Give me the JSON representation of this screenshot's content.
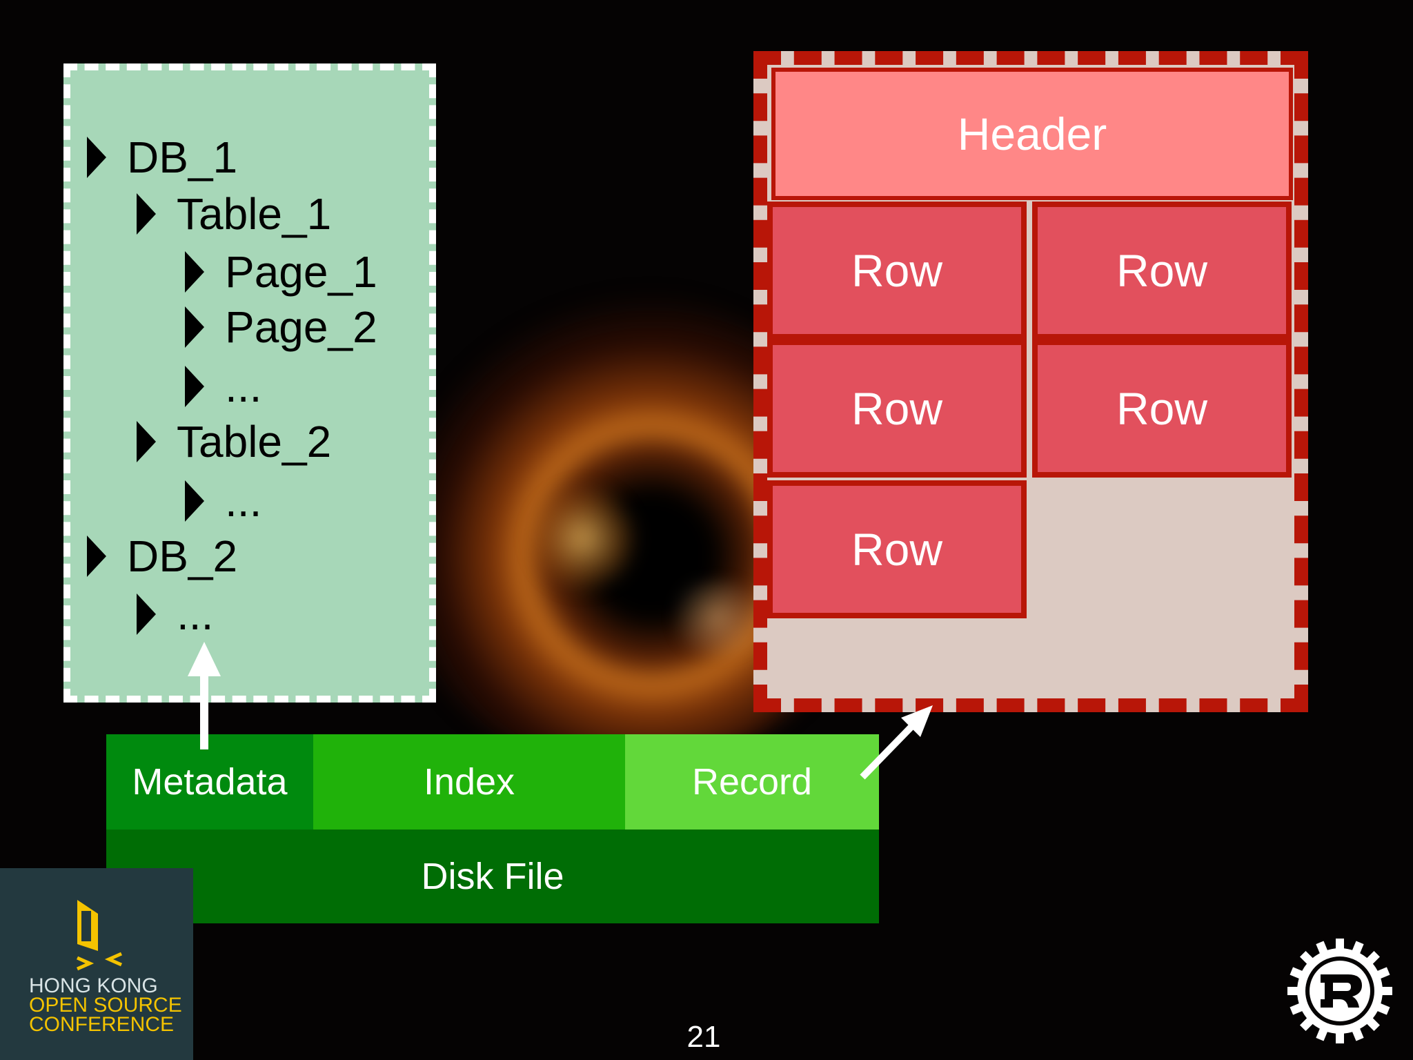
{
  "tree": {
    "items": [
      {
        "label": "DB_1",
        "level": 0
      },
      {
        "label": "Table_1",
        "level": 1
      },
      {
        "label": "Page_1",
        "level": 2
      },
      {
        "label": "Page_2",
        "level": 2
      },
      {
        "label": "...",
        "level": 2
      },
      {
        "label": "Table_2",
        "level": 1
      },
      {
        "label": "...",
        "level": 2
      },
      {
        "label": "DB_2",
        "level": 0
      },
      {
        "label": "...",
        "level": 1
      }
    ]
  },
  "page": {
    "header": "Header",
    "rows": [
      "Row",
      "Row",
      "Row",
      "Row",
      "Row"
    ]
  },
  "file": {
    "segments": [
      "Metadata",
      "Index",
      "Record"
    ],
    "disk": "Disk File"
  },
  "conference": {
    "line1": "HONG KONG",
    "line2": "OPEN SOURCE",
    "line3": "CONFERENCE"
  },
  "slide_number": "21",
  "colors": {
    "tree_bg": "#a7d7b8",
    "page_bg": "#dccac2",
    "page_border": "#b81608",
    "header_bg": "#ff8787",
    "row_bg": "#e2505d",
    "metadata_bg": "#008a0e",
    "index_bg": "#20b20a",
    "record_bg": "#62d83a",
    "disk_bg": "#006d05"
  }
}
